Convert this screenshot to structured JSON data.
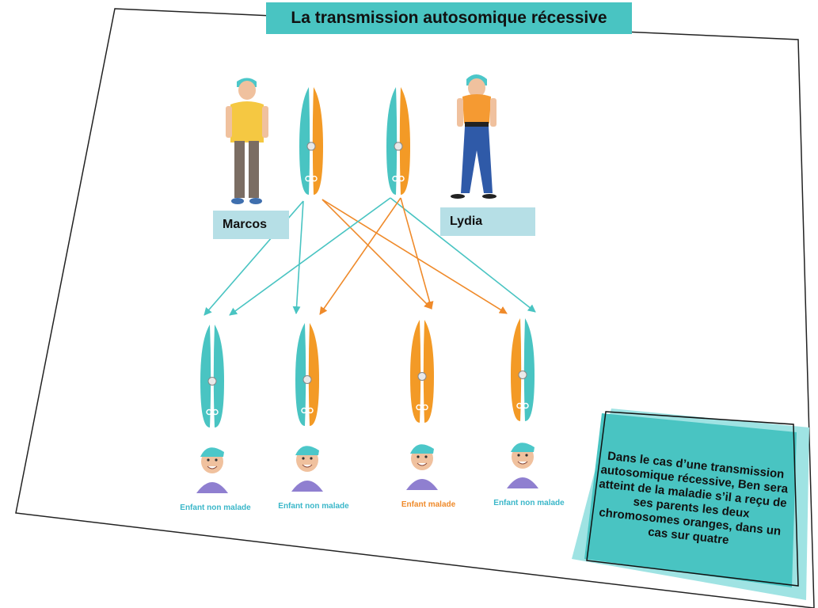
{
  "title": "La transmission autosomique récessive",
  "parents": {
    "father": {
      "name": "Marcos"
    },
    "mother": {
      "name": "Lydia"
    }
  },
  "children": [
    {
      "label": "Enfant non malade",
      "status": "non-malade",
      "chromosomes": [
        "teal",
        "teal"
      ]
    },
    {
      "label": "Enfant non malade",
      "status": "non-malade",
      "chromosomes": [
        "teal",
        "orange"
      ]
    },
    {
      "label": "Enfant malade",
      "status": "malade",
      "chromosomes": [
        "orange",
        "orange"
      ]
    },
    {
      "label": "Enfant non malade",
      "status": "non-malade",
      "chromosomes": [
        "orange",
        "teal"
      ]
    }
  ],
  "note": "Dans le cas d’une transmission autosomique récessive, Ben sera atteint de la maladie s’il a reçu de ses parents les deux chromosomes oranges, dans un cas sur quatre",
  "colors": {
    "teal": "#49c4c2",
    "orange": "#f39a26",
    "teal_label": "#3bb7c9",
    "orange_label": "#ef8a2a",
    "title_bg": "#49c4c2",
    "name_bg": "#b6dfe6"
  }
}
